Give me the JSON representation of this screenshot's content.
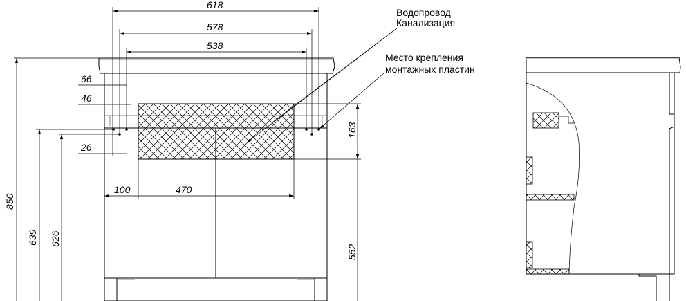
{
  "labels": {
    "water_supply": "Водопровод",
    "sewage": "Канализация",
    "mount_place_1": "Место крепления",
    "mount_place_2": "монтажных пластин"
  },
  "dimensions": {
    "width_618": "618",
    "width_578": "578",
    "width_538": "538",
    "offset_66": "66",
    "offset_46": "46",
    "offset_26": "26",
    "offset_100": "100",
    "width_470": "470",
    "height_850": "850",
    "height_639": "639",
    "height_626": "626",
    "height_163": "163",
    "height_552": "552"
  },
  "colors": {
    "line": "#000000",
    "background": "#ffffff"
  }
}
